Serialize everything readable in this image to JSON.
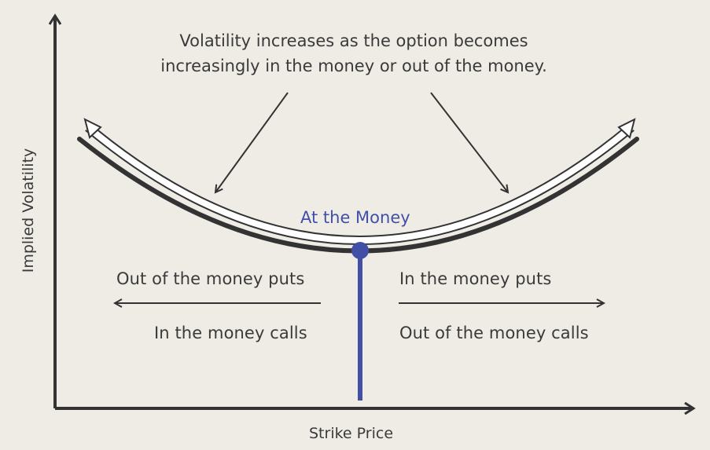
{
  "diagram": {
    "title_lines": [
      "Volatility increases as the option becomes",
      "increasingly in the money or out of the money."
    ],
    "atm_label": "At the Money",
    "left_labels": {
      "top": "Out of the money puts",
      "bottom": "In the money calls"
    },
    "right_labels": {
      "top": "In the money puts",
      "bottom": "Out of the money calls"
    },
    "y_axis_label": "Implied Volatility",
    "x_axis_label": "Strike Price"
  },
  "colors": {
    "background": "#efece6",
    "ink": "#333333",
    "accent": "#4150a6",
    "band_fill": "#ffffff"
  }
}
